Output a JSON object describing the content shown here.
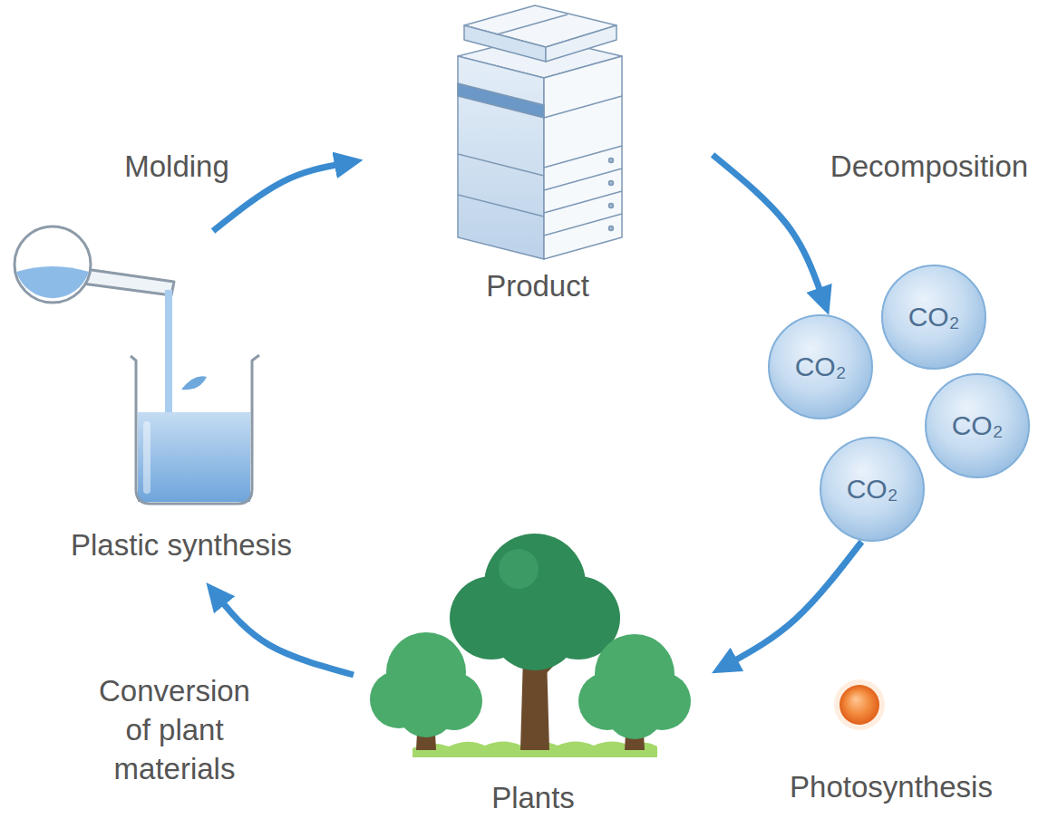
{
  "diagram": {
    "nodes": [
      {
        "text": [
          "Product"
        ]
      },
      {
        "text": [
          "CO₂"
        ]
      },
      {
        "text": [
          "CO₂"
        ]
      },
      {
        "text": [
          "CO₂"
        ]
      },
      {
        "text": [
          "CO₂"
        ]
      },
      {
        "text": [
          "Plastic synthesis"
        ]
      },
      {
        "text": [
          "Plants"
        ]
      }
    ],
    "edges": [
      {
        "from": 5,
        "to": 0,
        "label": "Molding",
        "arrow": "to"
      },
      {
        "from": 0,
        "to": 2,
        "label": "Decomposition",
        "arrow": "to"
      },
      {
        "from": 4,
        "to": 6,
        "label": "Photosynthesis",
        "arrow": "to"
      },
      {
        "from": 6,
        "to": 5,
        "label": "Conversion of plant materials",
        "arrow": "to"
      }
    ]
  }
}
